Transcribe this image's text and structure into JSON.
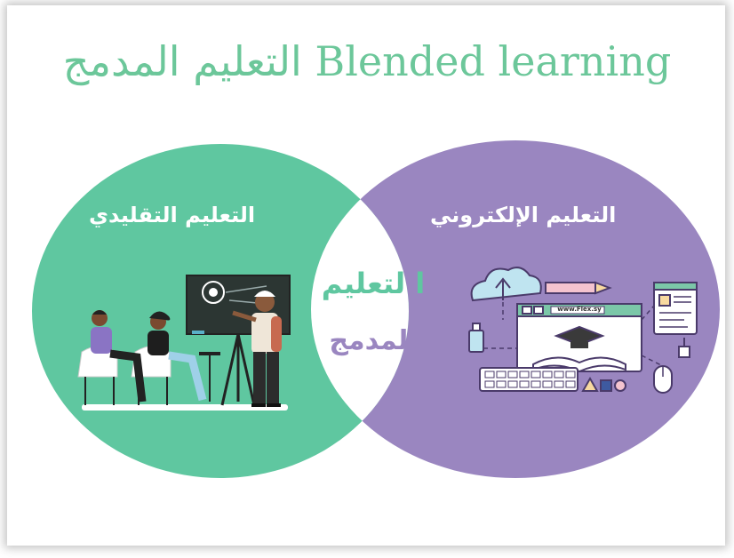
{
  "title": "التعليم المدمج Blended learning",
  "left_circle": {
    "label": "التعليم  التقليدي",
    "color": "#5fc7a0"
  },
  "right_circle": {
    "label": "التعليم  الإلكتروني",
    "color": "#9a86c0"
  },
  "intersection": {
    "line1": "ا لتعليم",
    "line2": "المدمج",
    "line1_color": "#5fc7a0",
    "line2_color": "#9a86c0"
  },
  "browser_url": "www.Flex.sy",
  "colors": {
    "title": "#6cc79a",
    "shadow": "#8a8a8a"
  }
}
